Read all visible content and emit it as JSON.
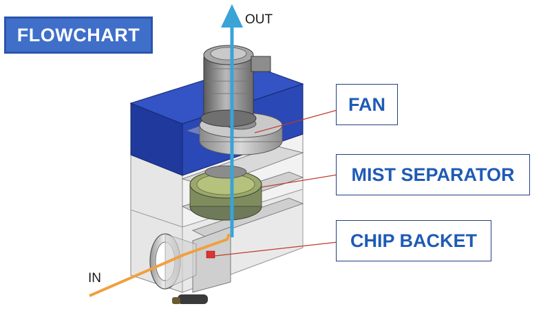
{
  "title": "FLOWCHART",
  "labels": {
    "fan": "FAN",
    "mist_separator": "MIST SEPARATOR",
    "chip_backet": "CHIP BACKET"
  },
  "flow": {
    "out": "OUT",
    "in": "IN"
  },
  "colors": {
    "title_fill": "#3f6fc9",
    "label_text": "#1f5bb5",
    "housing_blue": "#243fa8",
    "airflow_out": "#3aa3d8",
    "airflow_in": "#f0a040",
    "leader_line": "#c0392b"
  }
}
